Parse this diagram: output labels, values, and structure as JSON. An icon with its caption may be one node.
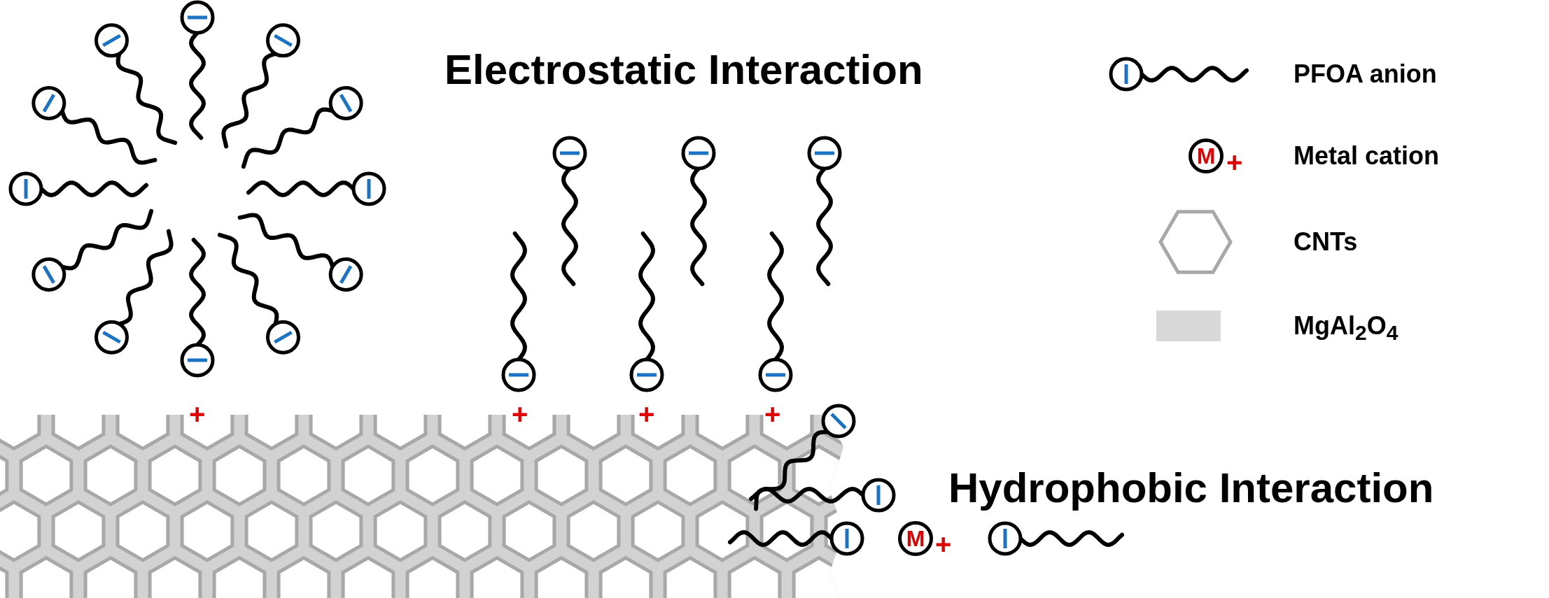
{
  "diagram": {
    "labels": [
      "Electrostatic Interaction",
      "M",
      "+",
      "+",
      "+",
      "+",
      "+",
      "Hydrophobic Interaction",
      "M",
      "+"
    ],
    "legend": [
      {
        "text": "PFOA anion"
      },
      {
        "text": "Metal cation"
      },
      {
        "text": "CNTs"
      },
      {
        "text": "MgAl$_{2}$O$_{4}$",
        "color": "#d9d9d9"
      }
    ]
  }
}
